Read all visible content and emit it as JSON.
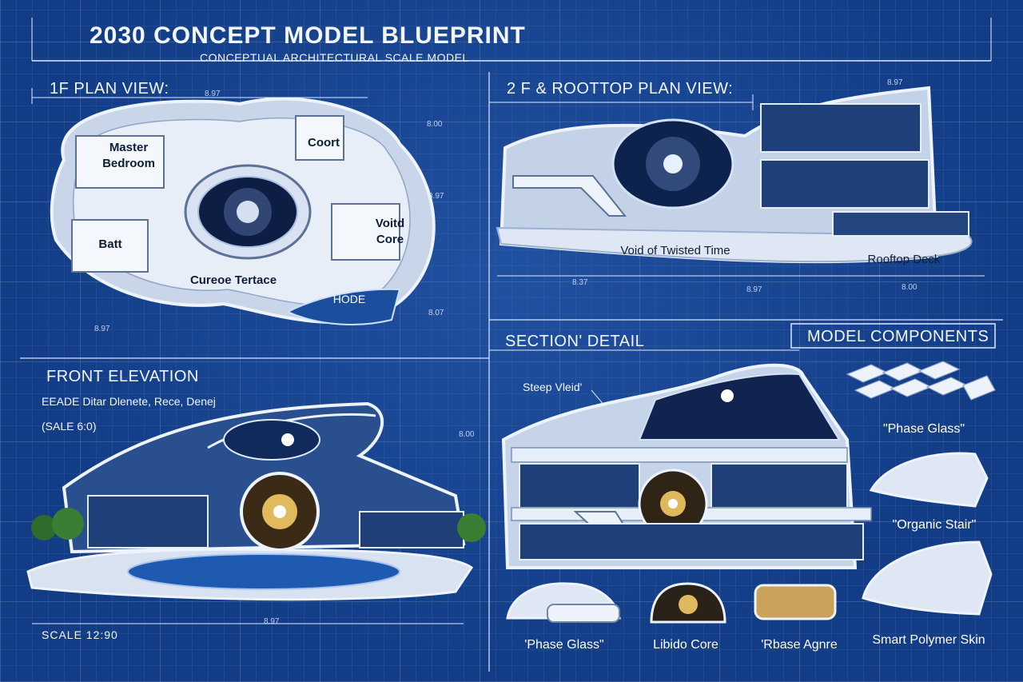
{
  "header": {
    "title": "2030 CONCEPT MODEL BLUEPRINT",
    "subtitle": "CONCEPTUAL ARCHITECTURAL SCALE MODEL"
  },
  "plan_1f": {
    "title": "1F PLAN VIEW:",
    "labels": {
      "master_bedroom": "Master Bedroom",
      "court": "Coort",
      "bath": "Batt",
      "void_core": "Voitd Core",
      "terrace": "Cureoe Tertace",
      "hode": "HODE"
    },
    "dims": [
      "8.97",
      "8.97",
      "8.00",
      "8.97",
      "8.07"
    ]
  },
  "plan_2f": {
    "title": "2 F & ROOTTOP PLAN VIEW:",
    "labels": {
      "void": "Void of Twisted Time",
      "deck": "Rooftop Deck"
    },
    "dims": [
      "8.97",
      "8.37",
      "8.97",
      "8.00"
    ]
  },
  "front_elevation": {
    "title": "FRONT ELEVATION",
    "note": "EEADE Ditar Dlenete, Rece, Denej",
    "scale_note": "(SALE 6:0)",
    "scale": "SCALE 12:90",
    "dims": [
      "8.97",
      "8.00"
    ]
  },
  "section_detail": {
    "title": "SECTION' DETAIL",
    "callout": "Steep Vleid'"
  },
  "components": {
    "title": "MODEL COMPONENTS",
    "right_items": [
      "\"Phase Glass\"",
      "\"Organic Stair\"",
      "Smart Polymer Skin"
    ],
    "bottom_items": [
      "'Phase Glass\"",
      "Libido Core",
      "'Rbase Agnre"
    ]
  },
  "colors": {
    "blueprint": "#123c86",
    "line": "#e6f0ff",
    "glow": "#ffd36a"
  }
}
